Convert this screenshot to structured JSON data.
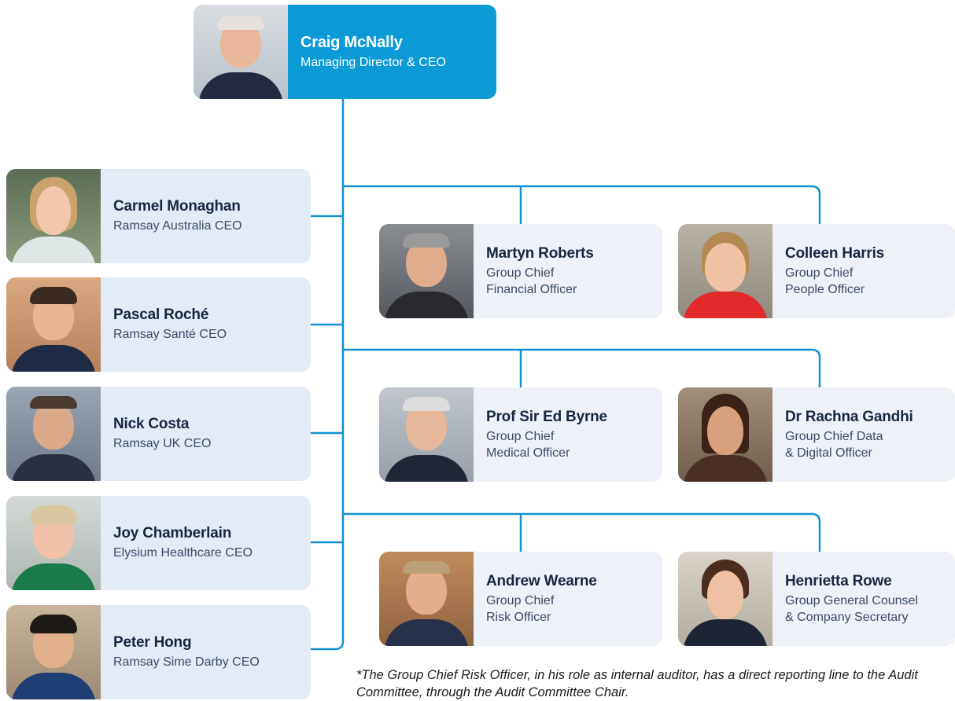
{
  "ceo": {
    "name": "Craig McNally",
    "role_line1": "Managing Director & CEO",
    "photo_icon": "person-portrait"
  },
  "left_column": [
    {
      "name": "Carmel Monaghan",
      "role_line1": "Ramsay Australia CEO",
      "hair": "#c9a36a",
      "body": "#dfe6e6"
    },
    {
      "name": "Pascal Roché",
      "role_line1": "Ramsay Santé CEO",
      "hair": "#3a2a22",
      "body": "#1f2b45"
    },
    {
      "name": "Nick Costa",
      "role_line1": "Ramsay UK CEO",
      "hair": "#4a3a30",
      "body": "#2b3040"
    },
    {
      "name": "Joy Chamberlain",
      "role_line1": "Elysium Healthcare CEO",
      "hair": "#d9c7a0",
      "body": "#1a7a4a"
    },
    {
      "name": "Peter Hong",
      "role_line1": "Ramsay Sime Darby CEO",
      "hair": "#1e1a18",
      "body": "#1f3e73"
    }
  ],
  "right_grid": [
    {
      "name": "Martyn Roberts",
      "role_line1": "Group Chief",
      "role_line2": "Financial Officer",
      "hair": "#9a9a9a",
      "body": "#2a2a2e"
    },
    {
      "name": "Colleen Harris",
      "role_line1": "Group Chief",
      "role_line2": "People Officer",
      "hair": "#b58a52",
      "body": "#e22a2a"
    },
    {
      "name": "Prof Sir Ed Byrne",
      "role_line1": "Group Chief",
      "role_line2": "Medical Officer",
      "hair": "#dcdcdc",
      "body": "#1f2736"
    },
    {
      "name": "Dr Rachna Gandhi",
      "role_line1": "Group Chief Data",
      "role_line2": "& Digital Officer",
      "hair": "#3a2218",
      "body": "#4a2f25"
    },
    {
      "name": "Andrew Wearne",
      "role_line1": "Group Chief",
      "role_line2": "Risk Officer",
      "hair": "#b9a07a",
      "body": "#27324a"
    },
    {
      "name": "Henrietta Rowe",
      "role_line1": "Group General Counsel",
      "role_line2": "& Company Secretary",
      "hair": "#4b2d20",
      "body": "#1d2535"
    }
  ],
  "footnote": "*The Group Chief Risk Officer, in his role as internal auditor, has a direct reporting line to the Audit Committee, through the Audit Committee Chair.",
  "colors": {
    "ceo_card": "#0b9ad6",
    "connector": "#1391d2",
    "card": "#e3ebf7",
    "card_light": "#eef1f8"
  }
}
